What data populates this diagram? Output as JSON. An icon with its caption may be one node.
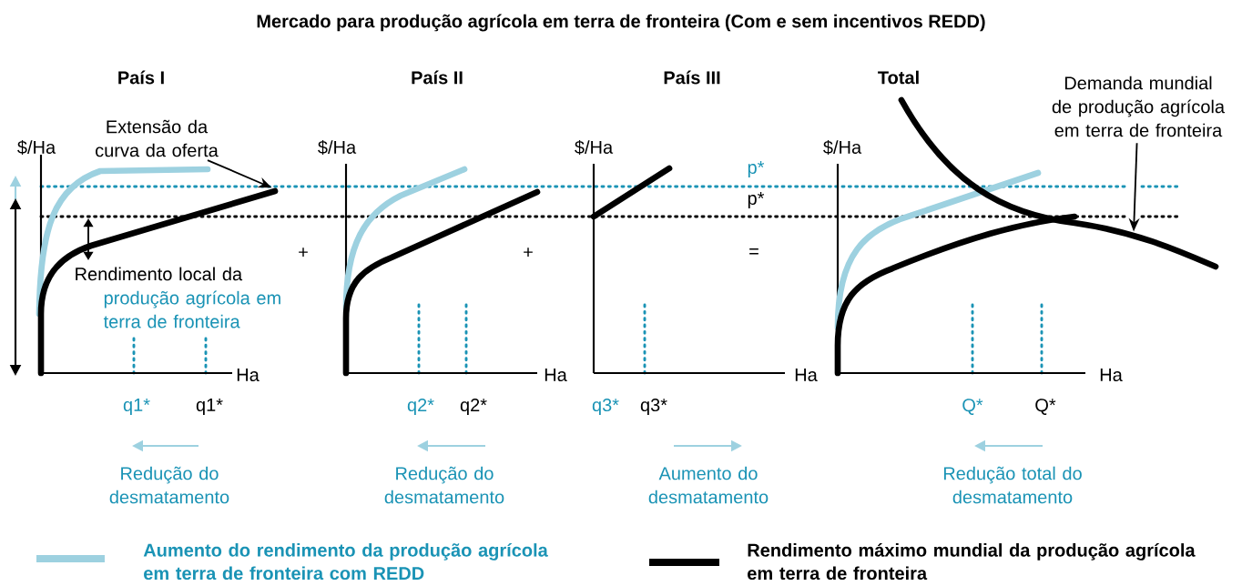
{
  "diagram": {
    "title": "Mercado para produção agrícola em terra de fronteira (Com e sem incentivos REDD)",
    "nodes": [
      {
        "text": [
          "Extensão da curva da oferta"
        ]
      },
      {
        "text": [
          "Demanda mundial de produção agrícola em terra de fronteira"
        ]
      },
      {
        "text": [],
        "shape": "curve"
      },
      {
        "text": [],
        "shape": "curve"
      }
    ],
    "edges": [
      {
        "from": 0,
        "to": 2,
        "arrow": "to"
      },
      {
        "from": 1,
        "to": 3,
        "arrow": "to"
      }
    ],
    "labels": [
      "País I",
      "País II",
      "País III",
      "Total",
      "$/Ha",
      "$/Ha",
      "$/Ha",
      "$/Ha",
      "p*",
      "p*",
      "+",
      "+",
      "=",
      "Rendimento local da",
      "produção agrícola em terra de fronteira",
      "Ha",
      "Ha",
      "Ha",
      "Ha",
      "q1*",
      "q1*",
      "q2*",
      "q2*",
      "q3*",
      "q3*",
      "Q*",
      "Q*",
      "Redução do desmatamento",
      "Redução do desmatamento",
      "Aumento do desmatamento",
      "Redução total do desmatamento"
    ],
    "legend": [
      {
        "text": "Aumento do rendimento da produção agrícola em terra de fronteira  com REDD",
        "color": "#9dd1e0"
      },
      {
        "text": "Rendimento máximo mundial da produção agrícola em terra de fronteira",
        "color": "#000000"
      }
    ]
  }
}
